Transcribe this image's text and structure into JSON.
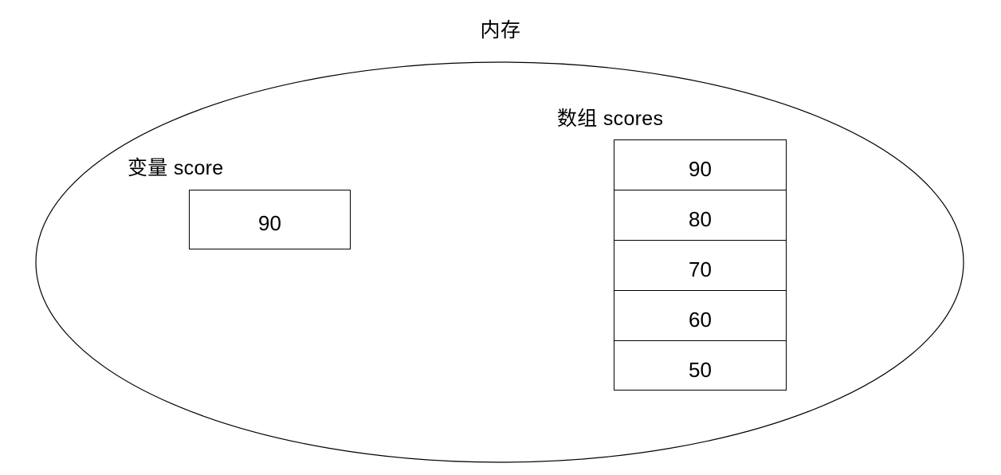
{
  "diagram": {
    "title": "内存",
    "container_shape": "ellipse",
    "stroke_color": "#000000",
    "background_color": "#ffffff"
  },
  "variable": {
    "label": "变量 score",
    "value": "90"
  },
  "array": {
    "label": "数组 scores",
    "cells": [
      {
        "value": "90"
      },
      {
        "value": "80"
      },
      {
        "value": "70"
      },
      {
        "value": "60"
      },
      {
        "value": "50"
      }
    ]
  }
}
